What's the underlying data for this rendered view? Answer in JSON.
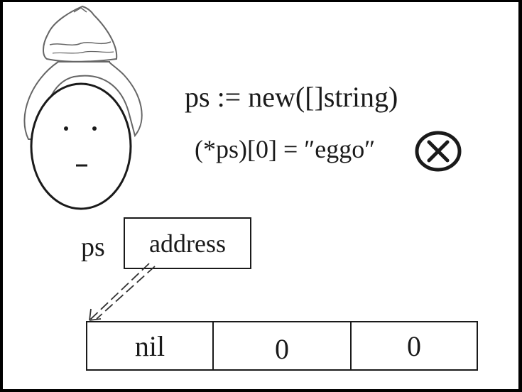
{
  "code": {
    "line1": "ps := new([]string)",
    "line2": "(*ps)[0] = ″eggo″"
  },
  "status": {
    "error_icon": "circled-x-icon"
  },
  "pointer": {
    "label": "ps",
    "value": "address"
  },
  "array": {
    "cells": [
      "nil",
      "0",
      "0"
    ]
  },
  "icons": {
    "mascot": "egg-character-icon",
    "arrow": "dashed-arrow"
  },
  "colors": {
    "ink": "#1a1a1a",
    "frame": "#000000",
    "background": "#ffffff"
  }
}
